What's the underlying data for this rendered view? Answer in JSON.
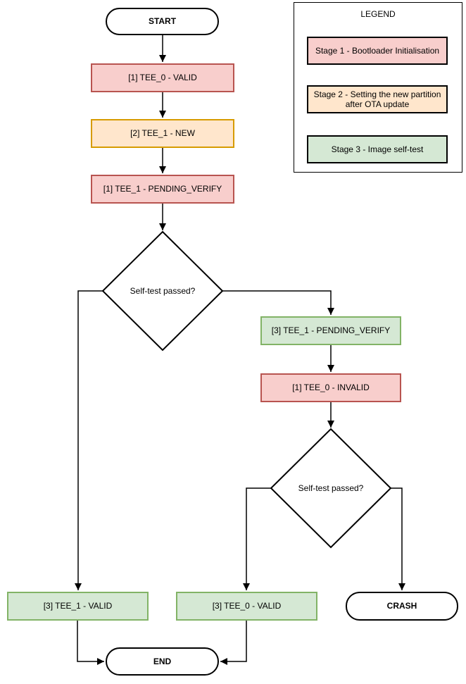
{
  "diagram": {
    "nodes": {
      "start": "START",
      "tee0_valid": "[1] TEE_0 - VALID",
      "tee1_new": "[2] TEE_1 - NEW",
      "tee1_pending_verify": "[1] TEE_1 - PENDING_VERIFY",
      "decision1": "Self-test passed?",
      "tee1_pending_verify_s3": "[3] TEE_1 - PENDING_VERIFY",
      "tee0_invalid": "[1] TEE_0 - INVALID",
      "decision2": "Self-test passed?",
      "tee1_valid_s3": "[3] TEE_1 - VALID",
      "tee0_valid_s3": "[3] TEE_0 - VALID",
      "crash": "CRASH",
      "end": "END"
    },
    "legend": {
      "title": "LEGEND",
      "items": [
        {
          "label": "Stage 1 - Bootloader Initialisation",
          "fill": "#f8cecc"
        },
        {
          "label": "Stage 2 - Setting the new partition after OTA update",
          "fill": "#ffe6cc"
        },
        {
          "label": "Stage 3 - Image self-test",
          "fill": "#d5e8d4"
        }
      ]
    },
    "colors": {
      "stage1_fill": "#f8cecc",
      "stage1_border": "#b85450",
      "stage2_fill": "#ffe6cc",
      "stage2_border": "#d79b00",
      "stage3_fill": "#d5e8d4",
      "stage3_border": "#82b366",
      "terminal_border": "#000000",
      "connector": "#000000",
      "background": "#ffffff"
    }
  }
}
